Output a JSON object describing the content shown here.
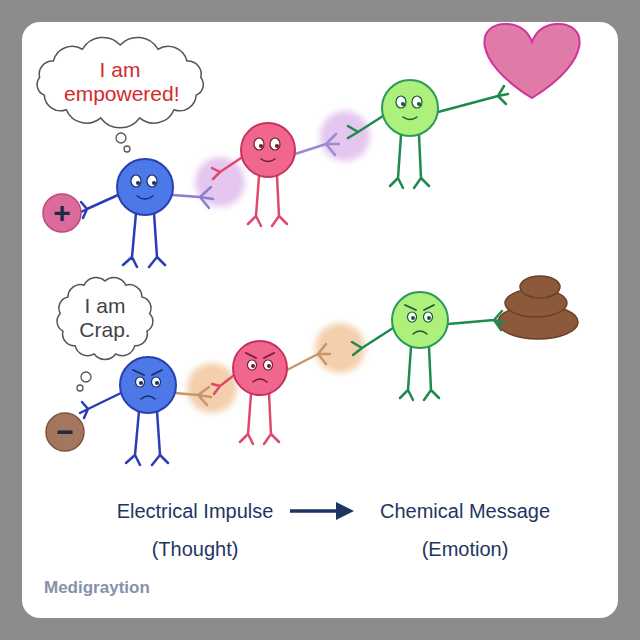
{
  "diagram": {
    "nodes": [
      {
        "text": [
          "I am empowered!"
        ]
      },
      {
        "text": [
          "+"
        ]
      },
      {
        "text": [
          "I am Crap."
        ]
      },
      {
        "text": [
          "−"
        ]
      }
    ],
    "labels": [
      "Electrical Impulse",
      "(Thought)",
      "Chemical Message",
      "(Emotion)",
      "Medigraytion"
    ]
  }
}
